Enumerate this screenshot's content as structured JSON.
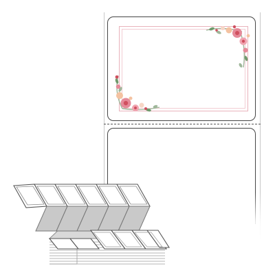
{
  "product": {
    "illustration": "fanfold-label-stack",
    "label_shape": "rounded-rectangle",
    "labels_shown": 2,
    "decoration": "floral-corner-frame"
  },
  "colors": {
    "label_border": "#444444",
    "frame_pink": "#e9b2bb",
    "flower_pink": "#e58a99",
    "flower_red": "#d0505f",
    "flower_peach": "#f4c2a1",
    "leaf_green": "#6f9a6c",
    "leaf_sage": "#9fb79a",
    "stack_gray": "#bdbdbd"
  }
}
